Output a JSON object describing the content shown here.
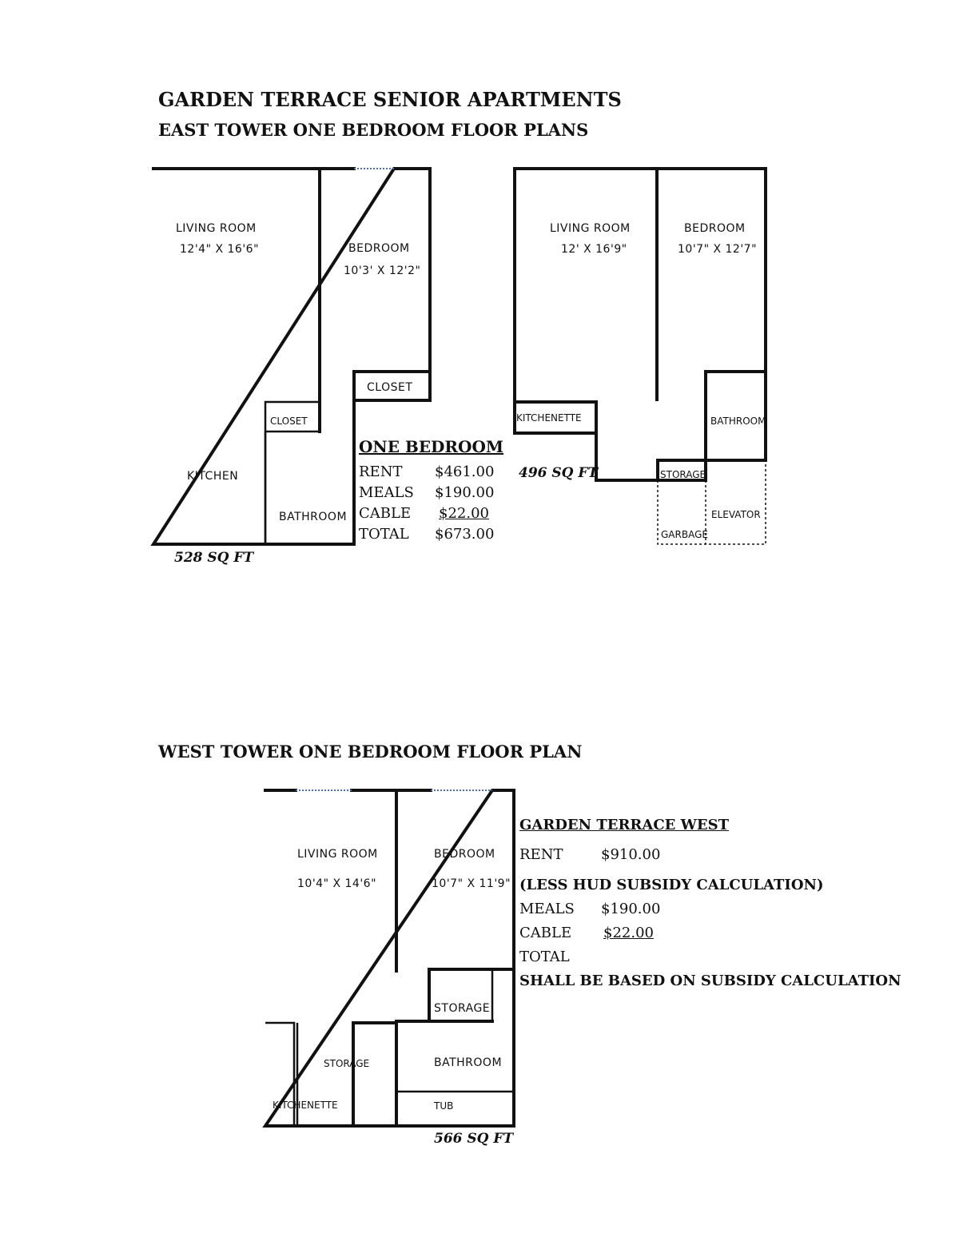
{
  "header": {
    "title": "GARDEN TERRACE SENIOR APARTMENTS",
    "east_subtitle": "EAST TOWER ONE BEDROOM FLOOR PLANS",
    "west_subtitle": "WEST TOWER ONE BEDROOM FLOOR PLAN"
  },
  "plan_a": {
    "living_room": "LIVING ROOM",
    "living_room_dims": "12'4\" X 16'6\"",
    "bedroom": "BEDROOM",
    "bedroom_dims": "10'3' X 12'2\"",
    "closet_bedroom": "CLOSET",
    "closet_small": "CLOSET",
    "kitchen": "KITCHEN",
    "bathroom": "BATHROOM",
    "area": "528 SQ FT"
  },
  "plan_b": {
    "living_room": "LIVING ROOM",
    "living_room_dims": "12' X 16'9\"",
    "bedroom": "BEDROOM",
    "bedroom_dims": "10'7\" X 12'7\"",
    "kitchenette": "KITCHENETTE",
    "bathroom": "BATHROOM",
    "storage": "STORAGE",
    "garbage": "GARBAGE",
    "elevator": "ELEVATOR",
    "area": "496 SQ FT"
  },
  "east_pricing": {
    "heading": "ONE BEDROOM",
    "rows": [
      {
        "label": "RENT",
        "value": "$461.00"
      },
      {
        "label": "MEALS",
        "value": "$190.00"
      },
      {
        "label": "CABLE",
        "value": "$22.00"
      },
      {
        "label": "TOTAL",
        "value": "$673.00"
      }
    ]
  },
  "plan_c": {
    "living_room": "LIVING ROOM",
    "living_room_dims": "10'4\" X 14'6\"",
    "bedroom": "BEDROOM",
    "bedroom_dims": "10'7\" X 11'9\"",
    "storage_right": "STORAGE",
    "storage_left": "STORAGE",
    "bathroom": "BATHROOM",
    "tub": "TUB",
    "kitchenette": "KITCHENETTE",
    "area": "566 SQ FT"
  },
  "west_pricing": {
    "heading": "GARDEN TERRACE WEST",
    "rent_label": "RENT",
    "rent_value": "$910.00",
    "subsidy_note": "(LESS HUD SUBSIDY CALCULATION)",
    "meals_label": "MEALS",
    "meals_value": "$190.00",
    "cable_label": "CABLE",
    "cable_value": "$22.00",
    "total_label": "TOTAL",
    "total_note": "SHALL BE BASED ON SUBSIDY CALCULATION"
  }
}
